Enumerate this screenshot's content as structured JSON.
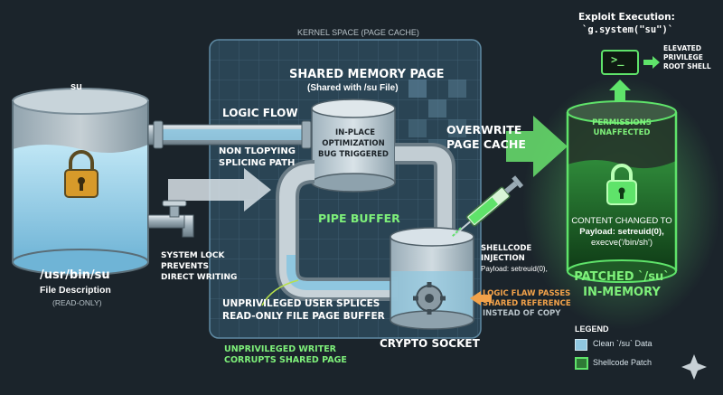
{
  "kernel_space_label": "KERNEL SPACE (PAGE CACHE)",
  "shared_memory": {
    "title": "SHARED MEMORY PAGE",
    "subtitle": "(Shared with /su File)",
    "cylinder_text_1": "IN-PLACE",
    "cylinder_text_2": "OPTIMIZATION",
    "cylinder_text_3": "BUG TRIGGERED"
  },
  "su_tank": {
    "top_label": "su",
    "path": "/usr/bin/su",
    "desc": "File Description",
    "mode": "(READ-ONLY)"
  },
  "logic_flow": "LOGIC FLOW",
  "splicing": {
    "line1": "NON TLOPYING",
    "line2": "SPLICING PATH"
  },
  "system_lock": {
    "line1": "SYSTEM LOCK",
    "line2": "PREVENTS",
    "line3": "DIRECT WRITING"
  },
  "pipe_buffer": "PIPE BUFFER",
  "unpriv_splices": {
    "line1": "UNPRIVILEGED USER SPLICES",
    "line2": "READ-ONLY FILE PAGE BUFFER"
  },
  "unpriv_writer": {
    "line1": "UNPRIVILEGED WRITER",
    "line2": "CORRUPTS SHARED PAGE"
  },
  "crypto_socket": "CRYPTO SOCKET",
  "shellcode": {
    "line1": "SHELLCODE",
    "line2": "INJECTION",
    "payload": "Payload: setreuid(0),"
  },
  "logic_flaw": {
    "line1": "LOGIC FLAW PASSES",
    "line2": "SHARED REFERENCE",
    "line3": "INSTEAD OF COPY"
  },
  "overwrite": {
    "line1": "OVERWRITE",
    "line2": "PAGE CACHE"
  },
  "exploit": {
    "title": "Exploit Execution:",
    "code": "`g.system(\"su\")`",
    "prompt": ">_"
  },
  "elevated": {
    "line1": "ELEVATED",
    "line2": "PRIVILEGE",
    "line3": "ROOT SHELL"
  },
  "patched_tank": {
    "perm1": "PERMISSIONS",
    "perm2": "UNAFFECTED",
    "content": "CONTENT CHANGED TO",
    "payload1": "Payload: setreuid(0),",
    "payload2": "execve('/bin/sh')",
    "title1": "PATCHED `/su`",
    "title2": "IN-MEMORY"
  },
  "legend": {
    "title": "LEGEND",
    "items": [
      {
        "label": "Clean `/su` Data",
        "color": "#8fc7e0"
      },
      {
        "label": "Shellcode Patch",
        "color": "#2f7a36"
      }
    ]
  },
  "colors": {
    "accent_green": "#5fe36a",
    "water_blue": "#8fc7e0",
    "orange": "#f2a24a"
  }
}
